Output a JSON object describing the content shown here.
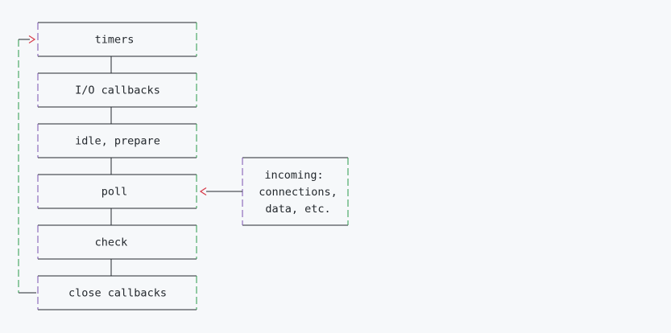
{
  "phases": [
    {
      "label": "timers"
    },
    {
      "label": "I/O callbacks"
    },
    {
      "label": "idle, prepare"
    },
    {
      "label": "poll"
    },
    {
      "label": "check"
    },
    {
      "label": "close callbacks"
    }
  ],
  "incoming": {
    "lines": [
      "incoming:",
      "connections,",
      "data, etc."
    ]
  },
  "colors": {
    "background": "#f6f8fa",
    "box_border": "#24292e",
    "box_side_accent": "#7a4fb0",
    "connector": "#24292e",
    "loop_line": "#2b9a4a",
    "arrow_head": "#d73a49",
    "text": "#24292e"
  }
}
